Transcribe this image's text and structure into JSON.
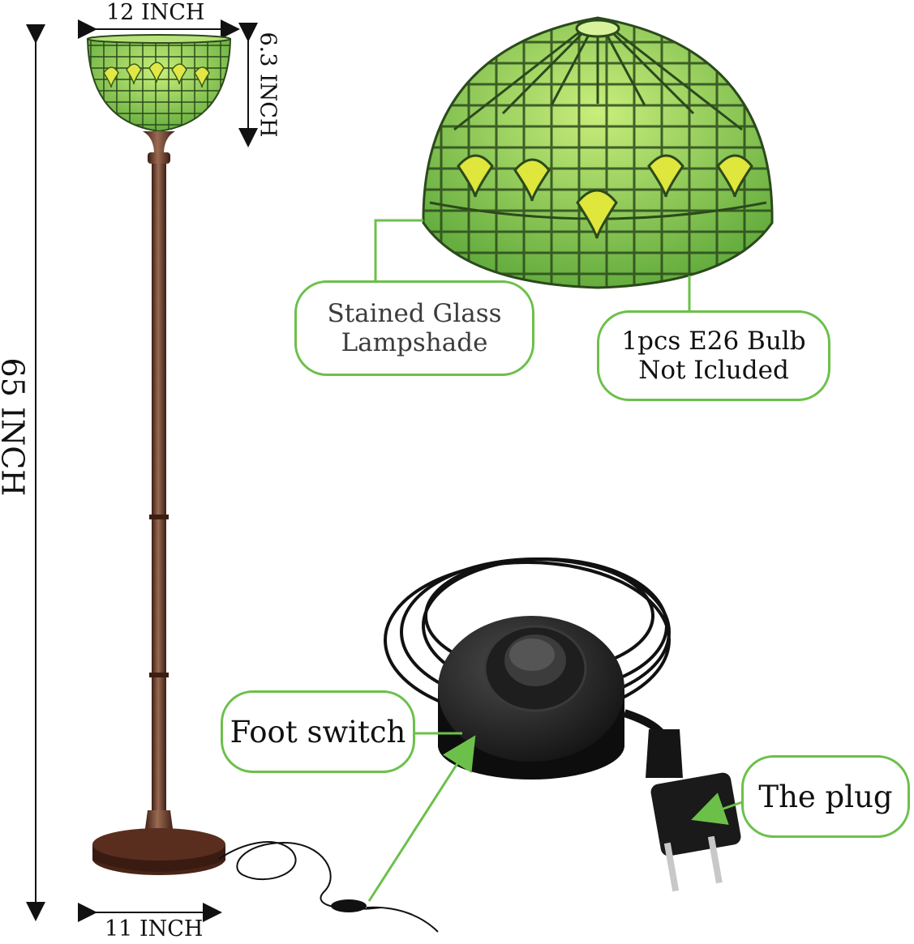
{
  "dimensions": {
    "shade_width": "12 INCH",
    "shade_height": "6.3 INCH",
    "total_height": "65 INCH",
    "base_width": "11 INCH"
  },
  "callouts": {
    "lampshade_line1": "Stained Glass",
    "lampshade_line2": "Lampshade",
    "bulb_line1": "1pcs E26 Bulb",
    "bulb_line2": "Not Icluded",
    "foot_switch": "Foot switch",
    "plug": "The plug"
  },
  "colors": {
    "callout_border": "#6cc04a",
    "glass_green": "#8fd14f",
    "glass_yellow": "#d8e23a",
    "bronze": "#6a3b2a",
    "switch_black": "#1b1b1b"
  }
}
